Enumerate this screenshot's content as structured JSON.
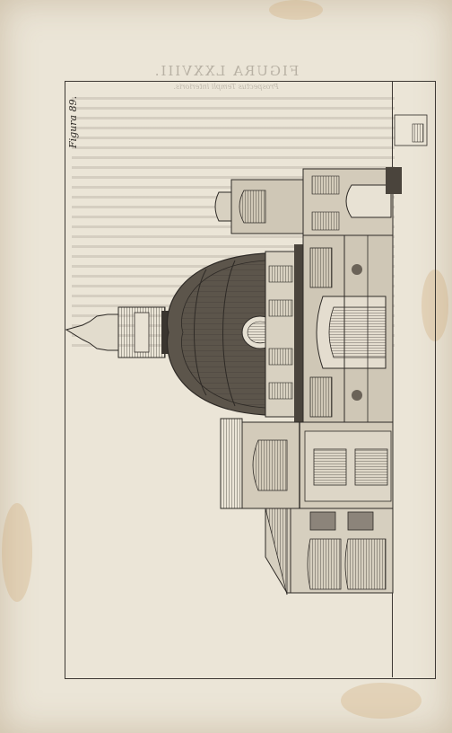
{
  "header": {
    "bleed_title": "FIGURA LXXVIII.",
    "bleed_subtitle": "Prospectus Templi interioris."
  },
  "plate": {
    "label": "Figura 89."
  },
  "colors": {
    "paper": "#ebe5d7",
    "ink": "#2e2a26",
    "stain": "#cda069"
  }
}
